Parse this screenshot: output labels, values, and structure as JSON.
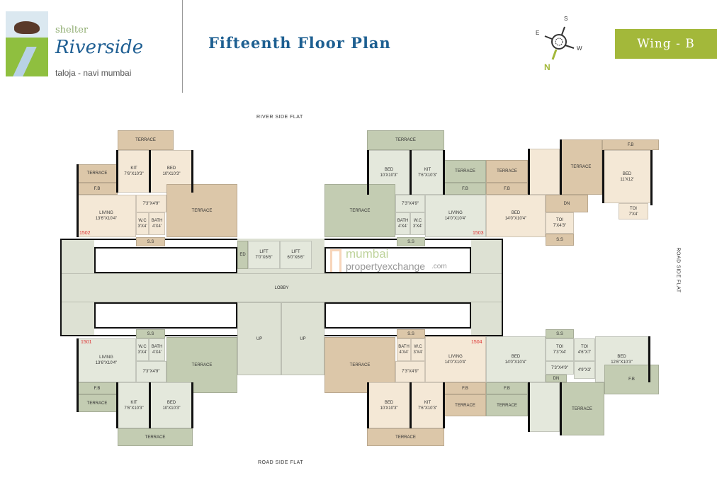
{
  "header": {
    "brand": {
      "small": "shelter",
      "name": "Riverside",
      "location": "taloja - navi mumbai"
    },
    "title": "Fifteenth Floor Plan",
    "wing": "Wing - B",
    "compass": {
      "n": "N",
      "s": "S",
      "e": "E",
      "w": "W"
    }
  },
  "plan": {
    "top_label": "RIVER SIDE FLAT",
    "bottom_label": "ROAD SIDE FLAT",
    "right_label": "ROAD SIDE FLAT",
    "units": [
      "1502",
      "1503",
      "1501",
      "1504"
    ],
    "colors": {
      "tan": "#dcc7a9",
      "tan_light": "#f4e8d6",
      "green": "#c3ccb2",
      "green_light": "#e4e8dc",
      "lobby": "#dde1d3"
    },
    "rooms": [
      {
        "l": "TERRACE",
        "d": ""
      },
      {
        "l": "KIT",
        "d": "7'6\"X10'3\""
      },
      {
        "l": "BED",
        "d": "10'X10'3\""
      },
      {
        "l": "TERRACE",
        "d": ""
      },
      {
        "l": "F.B",
        "d": ""
      },
      {
        "l": "LIVING",
        "d": "13'6\"X10'4\""
      },
      {
        "l": "TERRACE",
        "d": ""
      },
      {
        "l": "W.C",
        "d": "3'X4'"
      },
      {
        "l": "BATH",
        "d": "4'X4'"
      },
      {
        "l": "S.S",
        "d": ""
      },
      {
        "l": "",
        "d": "7'3\"X4'9\""
      },
      {
        "l": "TERRACE",
        "d": ""
      },
      {
        "l": "BED",
        "d": "10'X10'3\""
      },
      {
        "l": "KIT",
        "d": "7'6\"X10'3\""
      },
      {
        "l": "TERRACE",
        "d": ""
      },
      {
        "l": "F.B",
        "d": ""
      },
      {
        "l": "TERRACE",
        "d": ""
      },
      {
        "l": "LIVING",
        "d": "14'0\"X10'4\""
      },
      {
        "l": "BATH",
        "d": "4'X4'"
      },
      {
        "l": "W.C",
        "d": "3'X4'"
      },
      {
        "l": "S.S",
        "d": ""
      },
      {
        "l": "",
        "d": "7'3\"X4'9\""
      },
      {
        "l": "TERRACE",
        "d": ""
      },
      {
        "l": "F.B",
        "d": ""
      },
      {
        "l": "BED",
        "d": "14'0\"X10'4\""
      },
      {
        "l": "",
        "d": ""
      },
      {
        "l": "TERRACE",
        "d": ""
      },
      {
        "l": "F.B",
        "d": ""
      },
      {
        "l": "BED",
        "d": "11'X12'"
      },
      {
        "l": "TOI",
        "d": "7'X4'"
      },
      {
        "l": "DN",
        "d": ""
      },
      {
        "l": "TOI",
        "d": "7'X4'3\""
      },
      {
        "l": "S.S",
        "d": ""
      },
      {
        "l": "LOBBY",
        "d": ""
      },
      {
        "l": "ED",
        "d": ""
      },
      {
        "l": "LIFT",
        "d": "7'0\"X6'6\""
      },
      {
        "l": "LIFT",
        "d": "6'0\"X6'6\""
      },
      {
        "l": "UP",
        "d": ""
      },
      {
        "l": "UP",
        "d": ""
      },
      {
        "l": "S.S",
        "d": ""
      },
      {
        "l": "LIVING",
        "d": "13'6\"X10'4\""
      },
      {
        "l": "W.C",
        "d": "3'X4'"
      },
      {
        "l": "BATH",
        "d": "4'X4'"
      },
      {
        "l": "",
        "d": "7'3\"X4'9\""
      },
      {
        "l": "TERRACE",
        "d": ""
      },
      {
        "l": "F.B",
        "d": ""
      },
      {
        "l": "TERRACE",
        "d": ""
      },
      {
        "l": "KIT",
        "d": "7'6\"X10'3\""
      },
      {
        "l": "BED",
        "d": "10'X10'3\""
      },
      {
        "l": "TERRACE",
        "d": ""
      },
      {
        "l": "TERRACE",
        "d": ""
      },
      {
        "l": "S.S",
        "d": ""
      },
      {
        "l": "BATH",
        "d": "4'X4'"
      },
      {
        "l": "W.C",
        "d": "3'X4'"
      },
      {
        "l": "LIVING",
        "d": "14'0\"X10'4\""
      },
      {
        "l": "",
        "d": "7'3\"X4'9\""
      },
      {
        "l": "BED",
        "d": "10'X10'3\""
      },
      {
        "l": "KIT",
        "d": "7'6\"X10'3\""
      },
      {
        "l": "F.B",
        "d": ""
      },
      {
        "l": "TERRACE",
        "d": ""
      },
      {
        "l": "TERRACE",
        "d": ""
      },
      {
        "l": "BED",
        "d": "14'0\"X10'4\""
      },
      {
        "l": "S.S",
        "d": ""
      },
      {
        "l": "TOI",
        "d": "7'3\"X4'"
      },
      {
        "l": "TOI",
        "d": "4'6\"X7'"
      },
      {
        "l": "BED",
        "d": "12'6\"X10'3\""
      },
      {
        "l": "",
        "d": "7'3\"X4'9\""
      },
      {
        "l": "",
        "d": "4'9\"X3'"
      },
      {
        "l": "DN",
        "d": ""
      },
      {
        "l": "F.B",
        "d": ""
      },
      {
        "l": "TERRACE",
        "d": ""
      },
      {
        "l": "",
        "d": ""
      },
      {
        "l": "TERRACE",
        "d": ""
      },
      {
        "l": "F.B",
        "d": ""
      }
    ]
  },
  "watermark": {
    "line1": "mumbai",
    "line2": "propertyexchange",
    "suffix": ".com"
  }
}
